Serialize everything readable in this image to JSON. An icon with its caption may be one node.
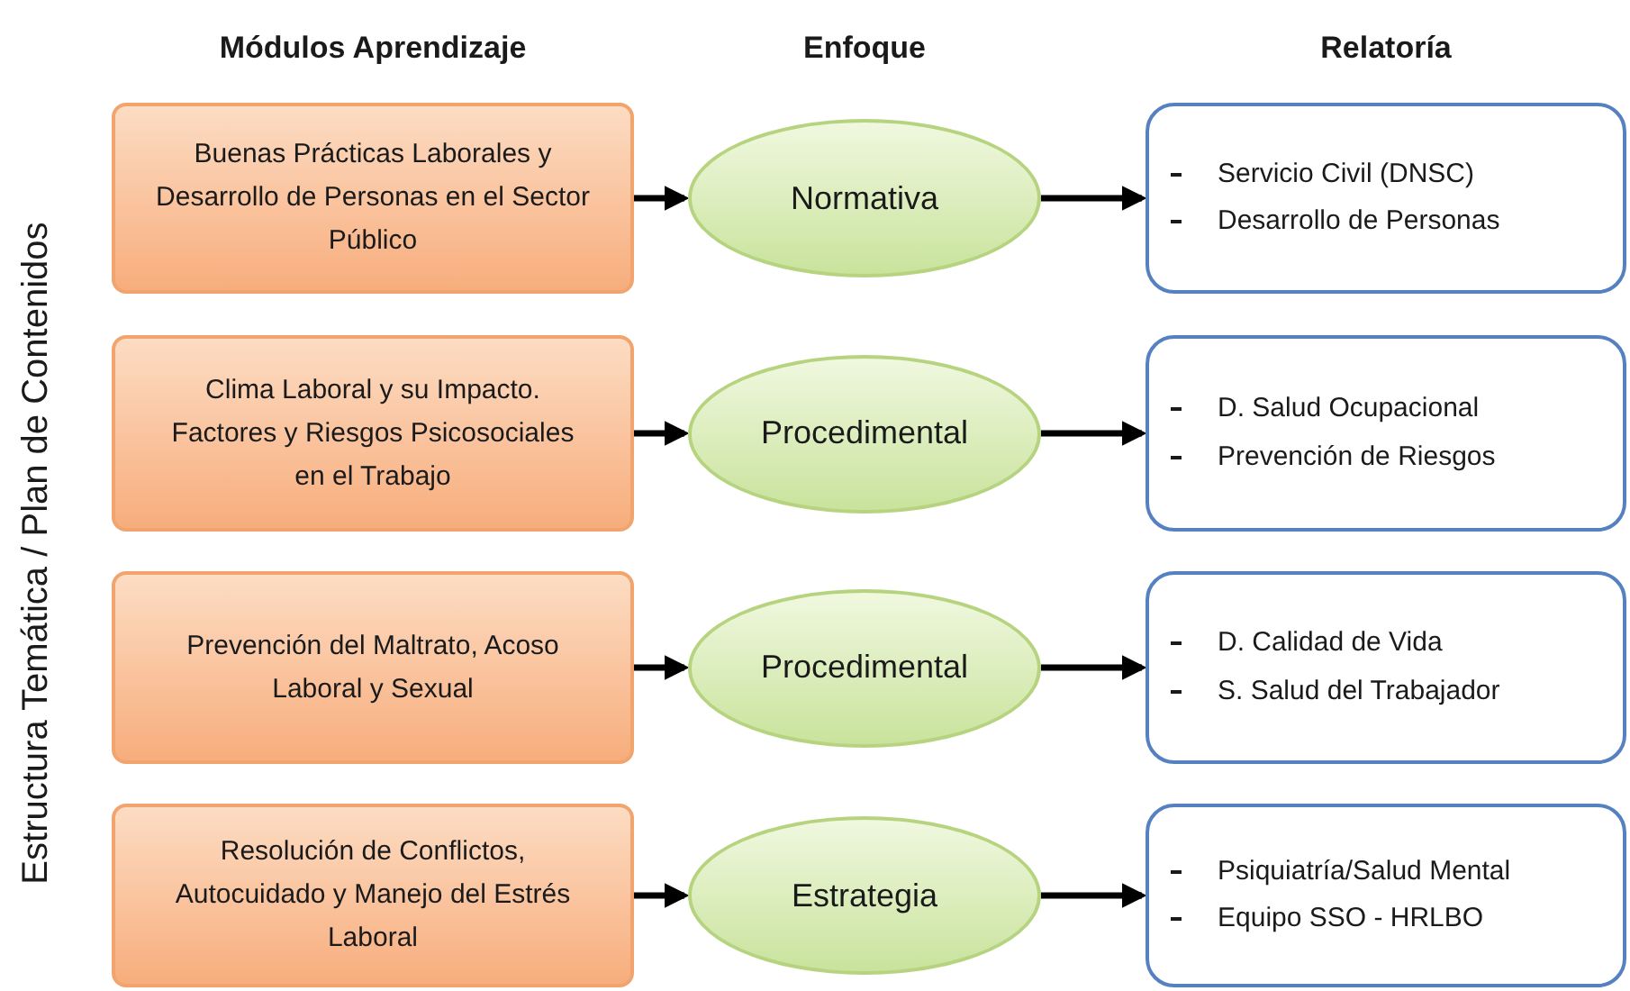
{
  "diagram": {
    "nodes": [
      {
        "text": [
          "Buenas Prácticas Laborales y Desarrollo de Personas en el Sector Público"
        ]
      },
      {
        "text": [
          "Normativa"
        ]
      },
      {
        "text": [
          "Servicio Civil (DNSC)",
          "Desarrollo de Personas"
        ]
      },
      {
        "text": [
          "Clima Laboral y su Impacto. Factores y Riesgos Psicosociales en el Trabajo"
        ]
      },
      {
        "text": [
          "Procedimental"
        ]
      },
      {
        "text": [
          "D. Salud Ocupacional",
          "Prevención de Riesgos"
        ]
      },
      {
        "text": [
          "Prevención del Maltrato, Acoso Laboral y Sexual"
        ]
      },
      {
        "text": [
          "Procedimental"
        ]
      },
      {
        "text": [
          "D. Calidad de Vida",
          "S. Salud del Trabajador"
        ]
      },
      {
        "text": [
          "Resolución de Conflictos, Autocuidado y Manejo del Estrés Laboral"
        ]
      },
      {
        "text": [
          "Estrategia"
        ]
      },
      {
        "text": [
          "Psiquiatría/Salud Mental",
          "Equipo SSO - HRLBO"
        ]
      }
    ],
    "edges": [
      {
        "from": 0,
        "to": 1,
        "arrow": "to"
      },
      {
        "from": 1,
        "to": 2,
        "arrow": "to"
      },
      {
        "from": 3,
        "to": 4,
        "arrow": "to"
      },
      {
        "from": 4,
        "to": 5,
        "arrow": "to"
      },
      {
        "from": 6,
        "to": 7,
        "arrow": "to"
      },
      {
        "from": 7,
        "to": 8,
        "arrow": "to"
      },
      {
        "from": 9,
        "to": 10,
        "arrow": "to"
      },
      {
        "from": 10,
        "to": 11,
        "arrow": "to"
      }
    ],
    "labels": [
      "Módulos Aprendizaje",
      "Enfoque",
      "Relatoría",
      "Estructura Temática / Plan de Contenidos"
    ]
  }
}
